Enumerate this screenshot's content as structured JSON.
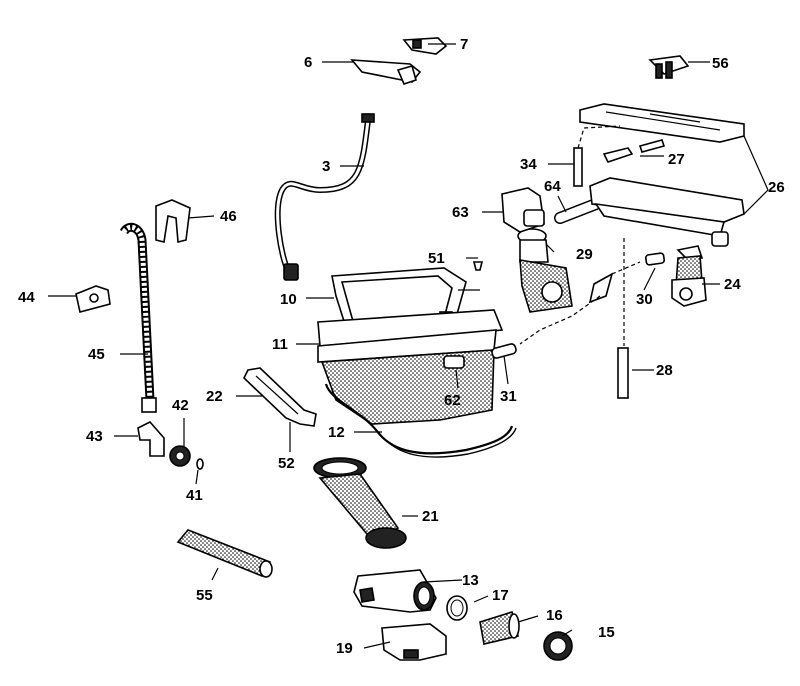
{
  "parts": [
    {
      "id": "p3",
      "label": "3"
    },
    {
      "id": "p6",
      "label": "6"
    },
    {
      "id": "p7",
      "label": "7"
    },
    {
      "id": "p10",
      "label": "10"
    },
    {
      "id": "p11",
      "label": "11"
    },
    {
      "id": "p12",
      "label": "12"
    },
    {
      "id": "p13",
      "label": "13"
    },
    {
      "id": "p15",
      "label": "15"
    },
    {
      "id": "p16",
      "label": "16"
    },
    {
      "id": "p17",
      "label": "17"
    },
    {
      "id": "p19",
      "label": "19"
    },
    {
      "id": "p21",
      "label": "21"
    },
    {
      "id": "p22",
      "label": "22"
    },
    {
      "id": "p24",
      "label": "24"
    },
    {
      "id": "p26",
      "label": "26"
    },
    {
      "id": "p27",
      "label": "27"
    },
    {
      "id": "p28",
      "label": "28"
    },
    {
      "id": "p29",
      "label": "29"
    },
    {
      "id": "p30",
      "label": "30"
    },
    {
      "id": "p31",
      "label": "31"
    },
    {
      "id": "p34",
      "label": "34"
    },
    {
      "id": "p41",
      "label": "41"
    },
    {
      "id": "p42",
      "label": "42"
    },
    {
      "id": "p43",
      "label": "43"
    },
    {
      "id": "p44",
      "label": "44"
    },
    {
      "id": "p45",
      "label": "45"
    },
    {
      "id": "p46",
      "label": "46"
    },
    {
      "id": "p51",
      "label": "51"
    },
    {
      "id": "p52",
      "label": "52"
    },
    {
      "id": "p55",
      "label": "55"
    },
    {
      "id": "p56",
      "label": "56"
    },
    {
      "id": "p62",
      "label": "62"
    },
    {
      "id": "p63",
      "label": "63"
    },
    {
      "id": "p64",
      "label": "64"
    }
  ]
}
